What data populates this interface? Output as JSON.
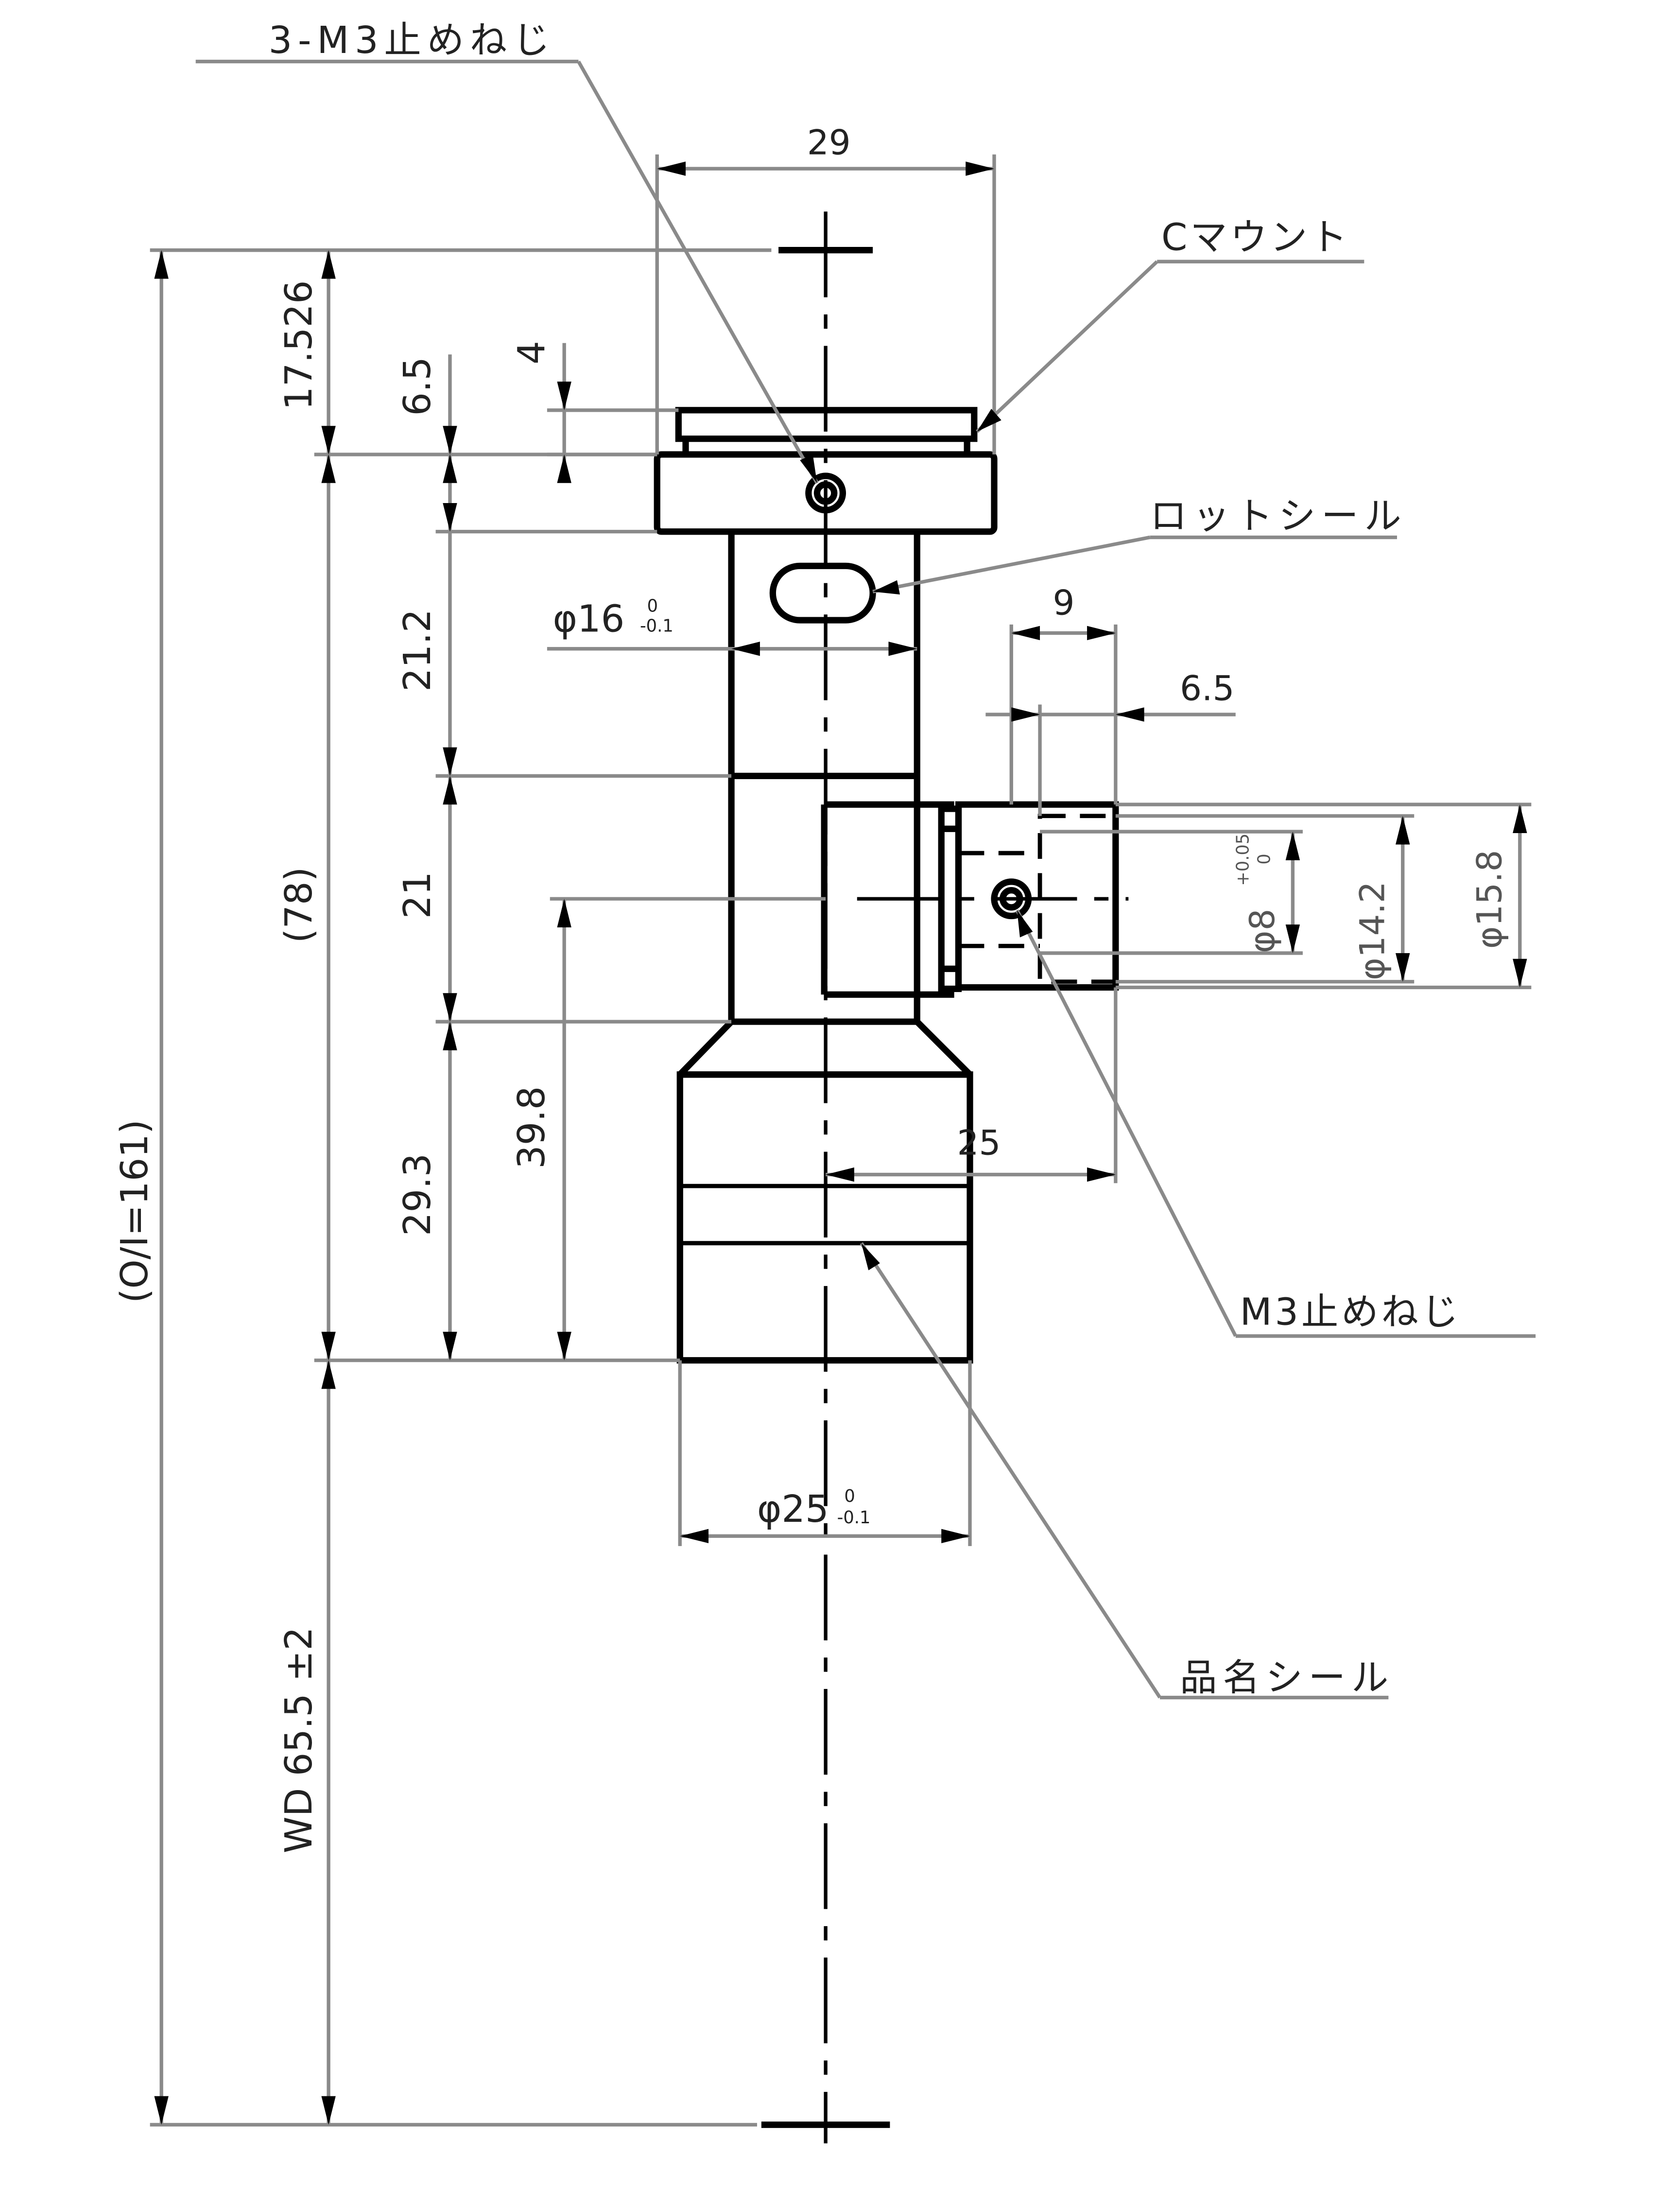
{
  "callouts": {
    "set_screw_top": "3-M3止めねじ",
    "c_mount": "Cマウント",
    "lot_seal": "ロットシール",
    "set_screw_side": "M3止めねじ",
    "product_seal": "品名シール"
  },
  "dimensions": {
    "total_width": "29",
    "oi_total": "(O/I=161)",
    "flange_back": "17.526",
    "mount_thread": "6.5",
    "mount_step": "4",
    "body_upper": "21.2",
    "body_middle": "21",
    "body_lower": "29.3",
    "lens_length_ref": "(78)",
    "port_offset": "39.8",
    "working_distance": "WD 65.5 ±2",
    "tube_dia": "φ16",
    "tube_tol_upper": "0",
    "tube_tol_lower": "-0.1",
    "front_dia": "φ25",
    "front_tol_upper": "0",
    "front_tol_lower": "-0.1",
    "port_length_a": "9",
    "port_length_b": "6.5",
    "port_reach": "25",
    "port_bore": "φ8",
    "port_bore_tol_upper": "+0.05",
    "port_bore_tol_lower": "0",
    "port_inner_dia": "φ14.2",
    "port_outer_dia": "φ15.8"
  }
}
